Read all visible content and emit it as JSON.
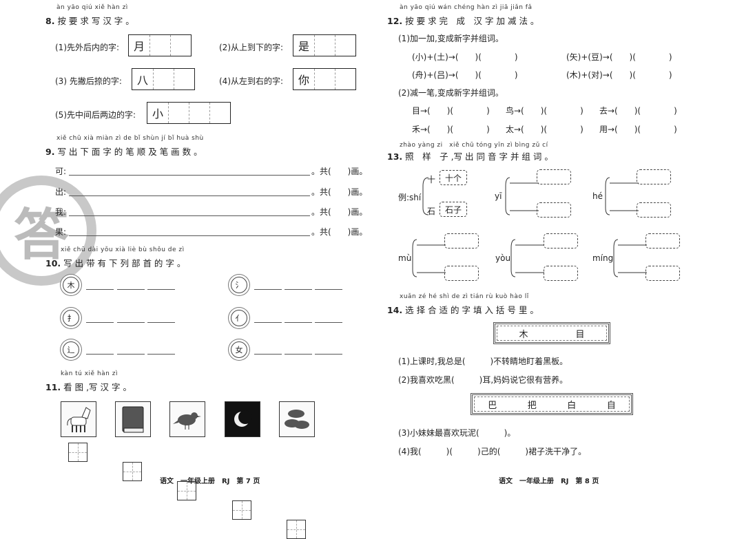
{
  "left": {
    "q8": {
      "pinyin": "àn yāo qiú xiě hàn zì",
      "num": "8.",
      "title": "按 要 求 写 汉 字 。",
      "items": [
        {
          "label": "(1)先外后内的字:",
          "char": "月"
        },
        {
          "label": "(2)从上到下的字:",
          "char": "是"
        },
        {
          "label": "(3) 先撇后捺的字:",
          "char": "八"
        },
        {
          "label": "(4)从左到右的字:",
          "char": "你"
        },
        {
          "label": "(5)先中间后两边的字:",
          "char": "小"
        }
      ]
    },
    "q9": {
      "pinyin": "xiě chū xià miàn zì de bǐ shùn jí bǐ huà shù",
      "num": "9.",
      "title": "写 出 下 面 字 的 笔 顺 及 笔 画 数 。",
      "rows": [
        {
          "char": "可:",
          "tail": "。共(　　)画。"
        },
        {
          "char": "出:",
          "tail": "。共(　　)画。"
        },
        {
          "char": "我:",
          "tail": "。共(　　)画。"
        },
        {
          "char": "果:",
          "tail": "。共(　　)画。"
        }
      ]
    },
    "q10": {
      "pinyin": "xiě chū dài yǒu xià liè bù shǒu de zì",
      "num": "10.",
      "title": "写 出 带 有 下 列 部 首 的 字 。",
      "radicals": [
        "木",
        "氵",
        "扌",
        "亻",
        "辶",
        "女"
      ]
    },
    "q11": {
      "pinyin": "kàn tú xiě hàn zì",
      "num": "11.",
      "title": "看 图 ,写 汉 字 。",
      "pictures": [
        "horse-icon",
        "book-icon",
        "bird-icon",
        "moon-icon",
        "cloud-icon"
      ]
    },
    "footer": "语文　一年级上册　RJ　第 7 页",
    "stamp_char": "答"
  },
  "right": {
    "q12": {
      "pinyin": "àn yāo qiú wán chéng hàn zì jiā jiǎn fǎ",
      "num": "12.",
      "title": "按 要 求 完　成　汉 字 加 减 法 。",
      "sub1": "(1)加一加,变成新字并组词。",
      "add": [
        "(小)+(土)→(　　)(　　　　)",
        "(矢)+(豆)→(　　)(　　　　)",
        "(舟)+(吕)→(　　)(　　　　)",
        "(木)+(对)→(　　)(　　　　)"
      ],
      "sub2": "(2)减一笔,变成新字并组词。",
      "minus": [
        "目→(　　)(　　　　)",
        "鸟→(　　)(　　　　)",
        "去→(　　)(　　　　)",
        "禾→(　　)(　　　　)",
        "太→(　　)(　　　　)",
        "用→(　　)(　　　　)"
      ]
    },
    "q13": {
      "pinyin": "zhào yàng zi　xiě chū tóng yīn zì bìng zǔ cí",
      "num": "13.",
      "title": "照　样　子 ,写 出 同 音 字 并 组 词 。",
      "example_label": "例:shí",
      "example": [
        {
          "char": "十",
          "word": "十个"
        },
        {
          "char": "石",
          "word": "石子"
        }
      ],
      "sounds": [
        "yī",
        "hé",
        "mù",
        "yòu",
        "míng"
      ]
    },
    "q14": {
      "pinyin": "xuǎn zé hé shì de zì tián rù kuò hào lǐ",
      "num": "14.",
      "title": "选 择 合 适 的 字 填 入 括 号 里 。",
      "box1": [
        "木",
        "目"
      ],
      "s1": "(1)上课时,我总是(　　　)不转睛地盯着黑板。",
      "s2": "(2)我喜欢吃黑(　　　)耳,妈妈说它很有营养。",
      "box2": [
        "巴",
        "把",
        "白",
        "自"
      ],
      "s3": "(3)小妹妹最喜欢玩泥(　　　)。",
      "s4": "(4)我(　　　)(　　　)己的(　　　)裙子洗干净了。"
    },
    "footer": "语文　一年级上册　RJ　第 8 页"
  }
}
